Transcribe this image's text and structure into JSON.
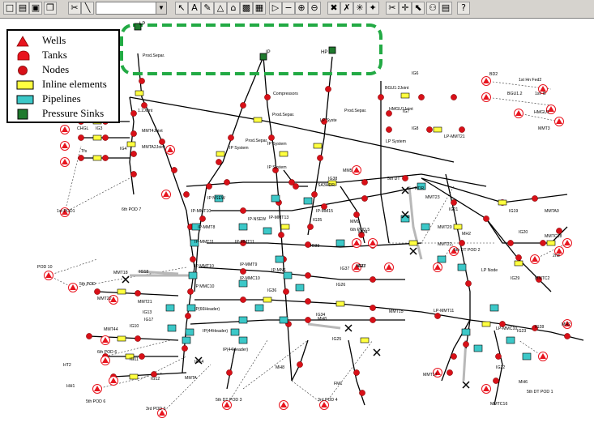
{
  "toolbar": {
    "buttons": [
      {
        "icon": "new-icon",
        "glyph": "□"
      },
      {
        "icon": "open-icon",
        "glyph": "▤"
      },
      {
        "icon": "save-icon",
        "glyph": "▣"
      },
      {
        "icon": "copy-icon",
        "glyph": "❐"
      },
      {
        "icon": "cut-icon",
        "glyph": "✂"
      },
      {
        "icon": "line-tool-icon",
        "glyph": "╲"
      },
      {
        "icon": "pointer-icon",
        "glyph": "↖"
      },
      {
        "icon": "text-tool-icon",
        "glyph": "A"
      },
      {
        "icon": "pencil-icon",
        "glyph": "✎"
      },
      {
        "icon": "well-tool-icon",
        "glyph": "△"
      },
      {
        "icon": "tank-tool-icon",
        "glyph": "⌂"
      },
      {
        "icon": "compressor-tool-icon",
        "glyph": "▩"
      },
      {
        "icon": "pump-tool-icon",
        "glyph": "▦"
      },
      {
        "icon": "valve-tool-icon",
        "glyph": "▷"
      },
      {
        "icon": "choke-tool-icon",
        "glyph": "−"
      },
      {
        "icon": "zoom-in-icon",
        "glyph": "⊕"
      },
      {
        "icon": "zoom-out-icon",
        "glyph": "⊖"
      },
      {
        "icon": "delete-icon",
        "glyph": "✖"
      },
      {
        "icon": "disable-icon",
        "glyph": "✗"
      },
      {
        "icon": "explode-icon",
        "glyph": "✳"
      },
      {
        "icon": "source-icon",
        "glyph": "✦"
      },
      {
        "icon": "scissors-icon",
        "glyph": "✂"
      },
      {
        "icon": "move-icon",
        "glyph": "✛"
      },
      {
        "icon": "select-arrow-icon",
        "glyph": "⬉"
      },
      {
        "icon": "find-icon",
        "glyph": "⚇"
      },
      {
        "icon": "table-icon",
        "glyph": "▤"
      },
      {
        "icon": "help-icon",
        "glyph": "?"
      }
    ],
    "selector_value": ""
  },
  "legend": {
    "items": [
      {
        "label": "Wells",
        "symbol": "well"
      },
      {
        "label": "Tanks",
        "symbol": "tank"
      },
      {
        "label": "Nodes",
        "symbol": "node"
      },
      {
        "label": "Inline elements",
        "symbol": "inline"
      },
      {
        "label": "Pipelines",
        "symbol": "pipeline"
      },
      {
        "label": "Pressure Sinks",
        "symbol": "sink"
      }
    ]
  },
  "colors": {
    "well": "#e8141e",
    "node": "#d81018",
    "inline": "#ffff40",
    "pipeline": "#3cc8c8",
    "sink": "#1f7a2e",
    "highlight": "#22aa44",
    "disabled": "#b8b8b8"
  },
  "sinks": [
    {
      "label": "LP"
    },
    {
      "label": "IP"
    },
    {
      "label": "HP"
    }
  ],
  "diagram_labels": [
    "Prod.Separ.",
    "Compressors",
    "Prod.Separ.",
    "Prod.Separ.",
    "LP Syste",
    "Prod.Separ.",
    "1.2Joint",
    "MMT4Joint",
    "MMT4",
    "CHGL",
    "IG3",
    "MMTA2Joint",
    "IG4",
    "Tfs",
    "1st POD1",
    "6th POD 7",
    "IP System",
    "IP System",
    "IP System",
    "IG38",
    "MM5",
    "IP NSEW",
    "IP-MMT10",
    "IP-MMT8",
    "IP-NSEW",
    "IP-MMT13",
    "SA3HDR",
    "IG35",
    "MM9",
    "MM4",
    "IG33",
    "IG37",
    "MH3",
    "IP-MN6",
    "IG26",
    "IP-MMT11",
    "IP-MMT11",
    "IP-MMT9",
    "IP-MMC10",
    "IP MMT10",
    "IG36",
    "IP MMC10",
    "IP(66Header)",
    "IP(44Header)",
    "IP(44Header)",
    "IG13",
    "MMT44",
    "6th POD 6",
    "IG10",
    "IG11",
    "HT2",
    "HH1",
    "5th POD 6",
    "IG12",
    "MMTA",
    "3rd POD 6",
    "IG14",
    "MMT18",
    "IG18",
    "MMT21",
    "IG17",
    "MMT22",
    "POD 10",
    "5th POD",
    "IG6",
    "BD2",
    "1st Hn Fed2",
    "BGU1:2Joint",
    "BGU1.2",
    "1st- B",
    "IG7",
    "HMGU1Joint",
    "HMGU1",
    "IG8",
    "LP System",
    "MMT3",
    "LP-MMT21",
    "5th DT",
    "HDR",
    "MMT20",
    "IG21",
    "MH2",
    "MMT22",
    "5th DT POD 2",
    "IG19",
    "MMTA0",
    "IG20",
    "MMTC18",
    "2nd",
    "LP Node",
    "IG23",
    "MMTC2",
    "IG29",
    "LP-MMC10",
    "IG28",
    "MH2",
    "IG22",
    "MH6",
    "5th DT POD 1",
    "MMTC16",
    "MMT17",
    "IG34",
    "IG25",
    "MH8",
    "FM1",
    "MMT15",
    "LP-MMT11",
    "5th DT POD 3",
    "3rd POD 4",
    "IG27",
    "MH8",
    "IP-MM15",
    "6th POD 5",
    "MMT23"
  ]
}
